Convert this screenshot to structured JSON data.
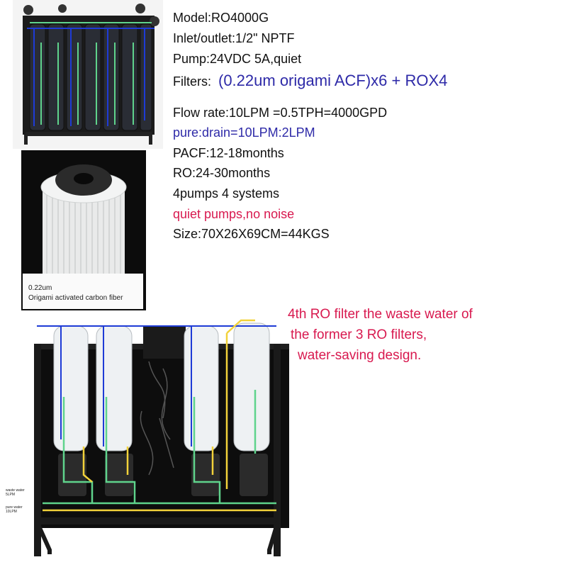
{
  "specs": {
    "model": "Model:RO4000G",
    "inlet_outlet": "Inlet/outlet:1/2\" NPTF",
    "pump": "Pump:24VDC 5A,quiet",
    "filters_label": "Filters:",
    "filters_value": "(0.22um origami ACF)x6 + ROX4",
    "flow_rate": "Flow rate:10LPM =0.5TPH=4000GPD",
    "pure_drain": "pure:drain=10LPM:2LPM",
    "pacf": "PACF:12-18months",
    "ro": "RO:24-30months",
    "pumps": "4pumps 4 systems",
    "quiet": "quiet pumps,no noise",
    "size": "Size:70X26X69CM=44KGS"
  },
  "filter_caption": {
    "line1": "0.22um",
    "line2": "Origami activated carbon fiber"
  },
  "ro_note": {
    "line1": "4th RO filter the waste water of",
    "line2": "the former 3 RO filters,",
    "line3": "water-saving design."
  },
  "outlet_labels": {
    "waste_line1": "waste water",
    "waste_line2": "5LPM",
    "pure_line1": "pure water",
    "pure_line2": "10LPM"
  },
  "colors": {
    "text": "#111111",
    "blue_text": "#2e2aa8",
    "red_text": "#d8194f",
    "pipe_blue": "#1e3bd6",
    "pipe_green": "#5fd38c",
    "pipe_yellow": "#f2d23a"
  }
}
